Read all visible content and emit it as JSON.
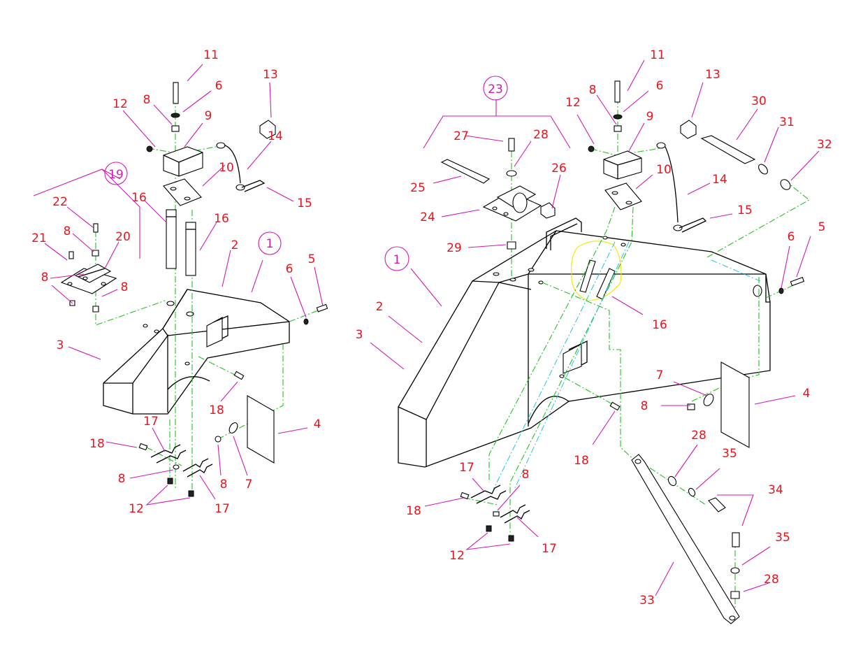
{
  "colors": {
    "label_red": "#e8141e",
    "label_magenta": "#d418b4",
    "leader_magenta": "#d418b4",
    "centerline_green": "#21c421",
    "centerline_cyan": "#22c6e0",
    "highlight_yellow": "#f2e800",
    "line_black": "#000000"
  },
  "left_assembly": {
    "labels": {
      "p1": "1",
      "p2": "2",
      "p3": "3",
      "p4": "4",
      "p5": "5",
      "p6a": "6",
      "p6b": "6",
      "p7": "7",
      "p8a": "8",
      "p8b": "8",
      "p8c": "8",
      "p8d": "8",
      "p8e": "8",
      "p8f": "8",
      "p9": "9",
      "p10": "10",
      "p11": "11",
      "p12a": "12",
      "p12b": "12",
      "p13": "13",
      "p14": "14",
      "p15": "15",
      "p16a": "16",
      "p16b": "16",
      "p17a": "17",
      "p17b": "17",
      "p18a": "18",
      "p18b": "18",
      "p19": "19",
      "p20": "20",
      "p21": "21",
      "p22": "22"
    }
  },
  "right_assembly": {
    "labels": {
      "p1": "1",
      "p2": "2",
      "p3": "3",
      "p4": "4",
      "p5": "5",
      "p6a": "6",
      "p6b": "6",
      "p7": "7",
      "p8a": "8",
      "p8b": "8",
      "p8c": "8",
      "p9": "9",
      "p10": "10",
      "p11": "11",
      "p12a": "12",
      "p12b": "12",
      "p13": "13",
      "p14": "14",
      "p15": "15",
      "p16": "16",
      "p17a": "17",
      "p17b": "17",
      "p18a": "18",
      "p18b": "18",
      "p23": "23",
      "p24": "24",
      "p25": "25",
      "p26": "26",
      "p27": "27",
      "p28a": "28",
      "p28b": "28",
      "p28c": "28",
      "p29": "29",
      "p30": "30",
      "p31": "31",
      "p32": "32",
      "p33": "33",
      "p34": "34",
      "p35a": "35",
      "p35b": "35"
    }
  }
}
